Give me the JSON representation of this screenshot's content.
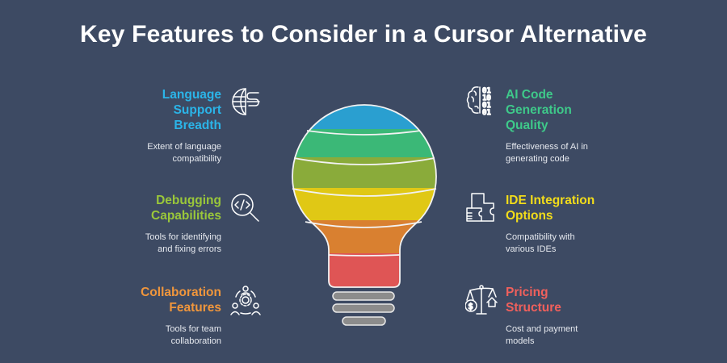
{
  "title": "Key Features to Consider in a Cursor Alternative",
  "features": [
    {
      "title": "Language Support Breadth",
      "title_lines": [
        "Language",
        "Support",
        "Breadth"
      ],
      "description": "Extent of language compatibility",
      "icon": "globe-code-icon",
      "color": "#2bb4e8"
    },
    {
      "title": "Debugging Capabilities",
      "title_lines": [
        "Debugging",
        "Capabilities"
      ],
      "description": "Tools for identifying and fixing errors",
      "icon": "code-search-icon",
      "color": "#9ac73a"
    },
    {
      "title": "Collaboration Features",
      "title_lines": [
        "Collaboration",
        "Features"
      ],
      "description": "Tools for team collaboration",
      "icon": "team-gear-icon",
      "color": "#f0963c"
    },
    {
      "title": "AI Code Generation Quality",
      "title_lines": [
        "AI Code",
        "Generation",
        "Quality"
      ],
      "description": "Effectiveness of AI in generating code",
      "icon": "brain-binary-icon",
      "color": "#3ec98a"
    },
    {
      "title": "IDE Integration Options",
      "title_lines": [
        "IDE Integration",
        "Options"
      ],
      "description": "Compatibility with various IDEs",
      "icon": "puzzle-window-icon",
      "color": "#f2dc1a"
    },
    {
      "title": "Pricing Structure",
      "title_lines": [
        "Pricing",
        "Structure"
      ],
      "description": "Cost and payment models",
      "icon": "balance-scale-icon",
      "color": "#f0605c"
    }
  ],
  "bulb_colors": [
    "#2a9fd0",
    "#3bb877",
    "#8aab3a",
    "#e0c815",
    "#d98030",
    "#df5555"
  ],
  "base_color": "#8c8c8c"
}
